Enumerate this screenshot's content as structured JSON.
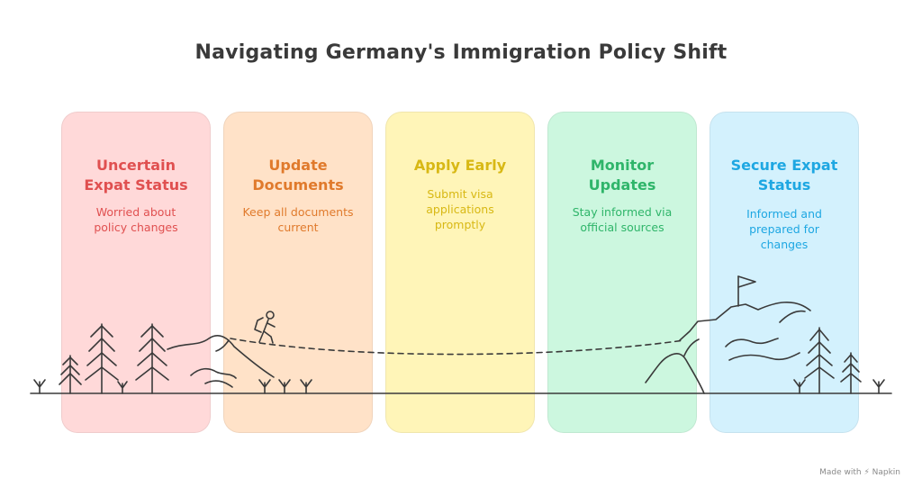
{
  "title": "Navigating Germany's Immigration Policy Shift",
  "stages": [
    {
      "title_lines": [
        "Uncertain",
        "Expat Status"
      ],
      "desc_lines": [
        "Worried about",
        "policy changes"
      ],
      "bg": "#ffd9d9",
      "color": "#e05050"
    },
    {
      "title_lines": [
        "Update",
        "Documents"
      ],
      "desc_lines": [
        "Keep all documents",
        "current"
      ],
      "bg": "#ffe2c8",
      "color": "#e07a2c"
    },
    {
      "title_lines": [
        "Apply Early"
      ],
      "desc_lines": [
        "Submit visa",
        "applications",
        "promptly"
      ],
      "bg": "#fff5b8",
      "color": "#d8b814"
    },
    {
      "title_lines": [
        "Monitor",
        "Updates"
      ],
      "desc_lines": [
        "Stay informed via",
        "official sources"
      ],
      "bg": "#ccf7df",
      "color": "#2fb56a"
    },
    {
      "title_lines": [
        "Secure Expat",
        "Status"
      ],
      "desc_lines": [
        "Informed and",
        "prepared for",
        "changes"
      ],
      "bg": "#d3f1fd",
      "color": "#1ea7e2"
    }
  ],
  "footer": "Made with ⚡ Napkin"
}
